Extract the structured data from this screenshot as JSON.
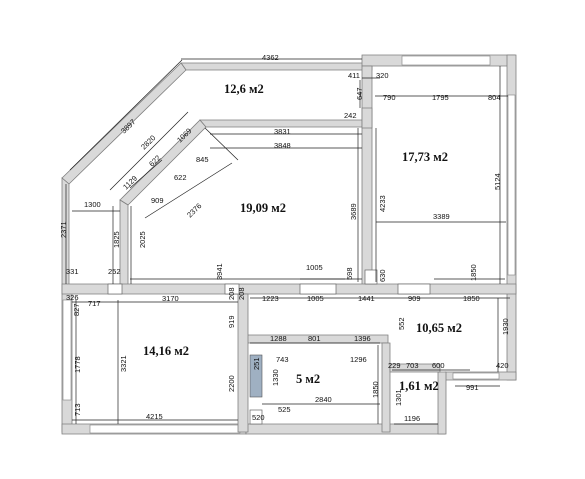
{
  "rooms": {
    "r1": "12,6 м2",
    "r2": "17,73 м2",
    "r3": "19,09 м2",
    "r4": "14,16 м2",
    "r5": "10,65 м2",
    "r6": "5 м2",
    "r7": "1,61 м2"
  },
  "dims": {
    "d4362": "4362",
    "d411": "411",
    "d320": "320",
    "d647": "647",
    "d790": "790",
    "d1795": "1795",
    "d804": "804",
    "d242": "242",
    "d3897": "3897",
    "d2820": "2820",
    "d1069": "1069",
    "d3831": "3831",
    "d3848": "3848",
    "d845": "845",
    "d1129": "1129",
    "d622a": "622",
    "d622b": "622",
    "d909a": "909",
    "d2376": "2376",
    "d5124": "5124",
    "d4233": "4233",
    "d3689": "3689",
    "d3389": "3389",
    "d1300": "1300",
    "d2371": "2371",
    "d1825": "1825",
    "d2025": "2025",
    "d3941": "3941",
    "d1005a": "1005",
    "d598": "598",
    "d630": "630",
    "d1850a": "1850",
    "d331": "331",
    "d252": "252",
    "d326": "326",
    "d717": "717",
    "d827": "827",
    "d3170": "3170",
    "d208a": "208",
    "d208b": "208",
    "d1223": "1223",
    "d1005b": "1005",
    "d1441": "1441",
    "d909b": "909",
    "d1850b": "1850",
    "d919": "919",
    "d552": "552",
    "d1930": "1930",
    "d1288": "1288",
    "d801": "801",
    "d1396": "1396",
    "d3321": "3321",
    "d1778": "1778",
    "d251": "251",
    "d743": "743",
    "d1296": "1296",
    "d229": "229",
    "d703": "703",
    "d600": "600",
    "d420": "420",
    "d1330": "1330",
    "d2200": "2200",
    "d991": "991",
    "d2840": "2840",
    "d1850c": "1850",
    "d1301": "1301",
    "d713": "713",
    "d4215": "4215",
    "d520": "520",
    "d525": "525",
    "d1196": "1196"
  }
}
